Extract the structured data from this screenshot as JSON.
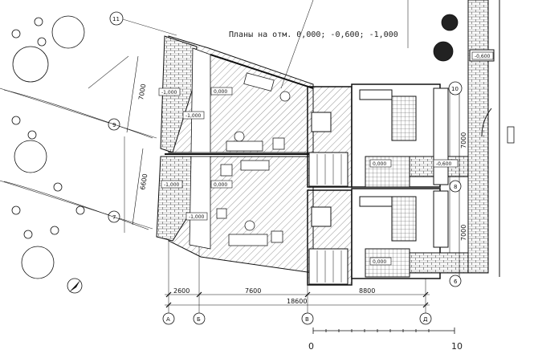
{
  "title": "Планы на отм. 0,000; -0,600; -1,000",
  "dimensions": {
    "a_b": "2600",
    "b_v": "7600",
    "v_d": "8800",
    "total": "18600",
    "right_upper": "7000",
    "right_lower": "7000",
    "left_upper": "7000",
    "left_lower": "6600"
  },
  "axes": {
    "a": "А",
    "b": "Б",
    "v": "В",
    "d": "Д",
    "n11": "11",
    "n10": "10",
    "n9": "9",
    "n8": "8",
    "n7": "7",
    "n6": "6"
  },
  "levels": {
    "upper_stair": "-1,000",
    "upper_landing": "-1,000",
    "upper_living": "0,000",
    "upper_bath": "0,000",
    "upper_street": "-0,600",
    "lower_stair": "-1,000",
    "lower_landing": "-1,000",
    "lower_living": "0,000",
    "lower_bath": "0,000",
    "top_right": "-0,600"
  },
  "scale": {
    "start": "0",
    "end": "10"
  },
  "icons": [
    "north-arrow-icon",
    "tree-icon",
    "shrub-icon",
    "car-icon"
  ]
}
